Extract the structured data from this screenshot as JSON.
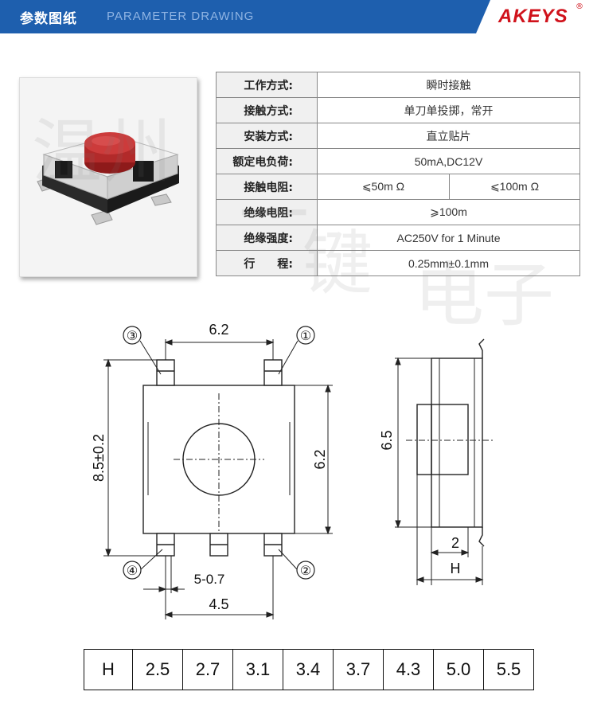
{
  "header": {
    "title_cn": "参数图纸",
    "title_en": "PARAMETER DRAWING",
    "logo": "AKEYS",
    "logo_mark": "®",
    "bar_color": "#1e5fae",
    "logo_color": "#d0121b"
  },
  "watermark": [
    "温州",
    "一",
    "键",
    "电子"
  ],
  "specs": [
    {
      "label": "工作方式:",
      "value": "瞬时接触"
    },
    {
      "label": "接触方式:",
      "value": "单刀单投掷，常开"
    },
    {
      "label": "安装方式:",
      "value": "直立贴片"
    },
    {
      "label": "额定电负荷:",
      "value": "50mA,DC12V"
    },
    {
      "label": "接触电阻:",
      "value_a": "⩽50m Ω",
      "value_b": "⩽100m Ω"
    },
    {
      "label": "绝缘电阻:",
      "value": "⩾100m"
    },
    {
      "label": "绝缘强度:",
      "value": "AC250V for 1 Minute"
    },
    {
      "label": "行　　程:",
      "value": "0.25mm±0.1mm"
    }
  ],
  "drawing": {
    "dim_top": "6.2",
    "dim_height": "8.5±0.2",
    "dim_right": "6.2",
    "dim_pitch": "5-0.7",
    "dim_bottom": "4.5",
    "dim_side_h": "6.5",
    "dim_side_2": "2",
    "dim_side_H": "H",
    "pins": [
      "③",
      "①",
      "④",
      "②"
    ]
  },
  "h_table": {
    "label": "H",
    "values": [
      "2.5",
      "2.7",
      "3.1",
      "3.4",
      "3.7",
      "4.3",
      "5.0",
      "5.5"
    ]
  }
}
